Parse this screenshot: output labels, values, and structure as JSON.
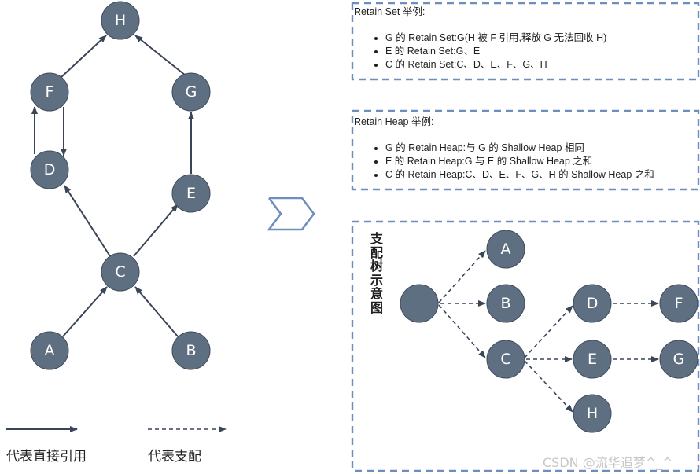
{
  "reference_graph": {
    "nodes": [
      "H",
      "F",
      "G",
      "D",
      "E",
      "C",
      "A",
      "B"
    ]
  },
  "retain_set": {
    "title": "Retain Set 举例:",
    "items": [
      "G 的 Retain Set:G(H 被 F 引用,释放 G 无法回收 H)",
      "E 的 Retain Set:G、E",
      "C 的 Retain Set:C、D、E、F、G、H"
    ]
  },
  "retain_heap": {
    "title": "Retain Heap 举例:",
    "items": [
      "G 的 Retain Heap:与 G 的 Shallow Heap 相同",
      "E 的 Retain Heap:G 与 E 的 Shallow Heap 之和",
      "C 的 Retain Heap:C、D、E、F、G、H 的 Shallow Heap 之和"
    ]
  },
  "dominator_tree": {
    "label_chars": [
      "支",
      "配",
      "树",
      "示",
      "意",
      "图"
    ],
    "nodes": [
      "",
      "A",
      "B",
      "C",
      "D",
      "E",
      "F",
      "G",
      "H"
    ]
  },
  "legend": {
    "solid_label": "代表直接引用",
    "dashed_label": "代表支配"
  },
  "watermark": "CSDN @流华追梦^_^",
  "colors": {
    "node_fill": "#5f6f82",
    "edge": "#3a4558",
    "box_border": "#6d8fbd"
  }
}
